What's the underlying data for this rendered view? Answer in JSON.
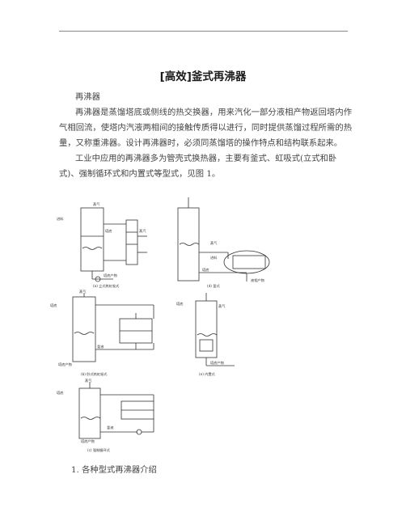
{
  "title": "[高效]釜式再沸器",
  "paragraphs": [
    "再沸器",
    "再沸器是蒸馏塔底或侧线的热交换器，用来汽化一部分液相产物返回塔内作气相回流，使塔内汽液两相间的接触传质得以进行，同时提供蒸馏过程所需的热量，又称重沸器。设计再沸器时，必须同蒸馏塔的操作特点和结构联系起来。",
    "工业中应用的再沸器多为管壳式换热器，主要有釜式、虹吸式(立式和卧式)、强制循环式和内置式等型式，见图 1。"
  ],
  "figure": {
    "panels": [
      {
        "caption": "(a) 立式热虹吸式",
        "labels": [
          "蒸气",
          "塔底",
          "进料",
          "塔底产物",
          "蒸汽"
        ]
      },
      {
        "caption": "(d) 釜式",
        "labels": [
          "蒸气",
          "进料",
          "液相产物",
          "塔底"
        ]
      },
      {
        "caption": "(b) 卧式热虹吸式",
        "labels": [
          "蒸气",
          "塔底",
          "釜液",
          "塔底产物"
        ]
      },
      {
        "caption": "(e) 内置式",
        "labels": [
          "蒸气",
          "塔底产物",
          "塔底"
        ]
      },
      {
        "caption": "(c) 强制循环式",
        "labels": [
          "蒸气",
          "塔底",
          "釜液",
          "塔底产物"
        ]
      }
    ]
  },
  "list_item": "1.  各种型式再沸器介绍"
}
